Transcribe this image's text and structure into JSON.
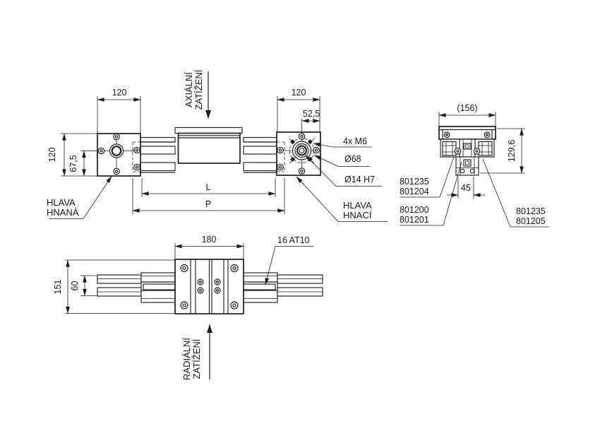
{
  "front_view": {
    "dim_width_left": "120",
    "dim_width_right": "120",
    "dim_pulley_offset": "52,5",
    "dim_height": "120",
    "dim_center_height": "67,5",
    "dim_stroke": "L",
    "dim_total": "P",
    "axial_load": [
      "AXIÁLNÍ",
      "ZATÍŽENÍ"
    ],
    "driven_head_label": [
      "HLAVA",
      "HNANÁ"
    ],
    "drive_head_label": [
      "HLAVA",
      "HNACÍ"
    ],
    "callout_screws": "4x M6",
    "callout_bolt_circle": "Ø68",
    "callout_bore": "Ø14 H7"
  },
  "side_view": {
    "dim_width": "(156)",
    "dim_height": "129,6",
    "dim_slot": "45",
    "parts_top_left": [
      "801235",
      "801204"
    ],
    "parts_bottom_left": [
      "801200",
      "801201"
    ],
    "parts_right": [
      "801235",
      "801205"
    ]
  },
  "bottom_view": {
    "dim_carriage": "180",
    "dim_total_width": "151",
    "dim_rail_width": "60",
    "callout_belt": "16 AT10",
    "radial_load": [
      "RADIÁLNÍ",
      "ZATÍŽENÍ"
    ]
  },
  "colors": {
    "line": "#1d1d1d",
    "background": "#ffffff"
  }
}
